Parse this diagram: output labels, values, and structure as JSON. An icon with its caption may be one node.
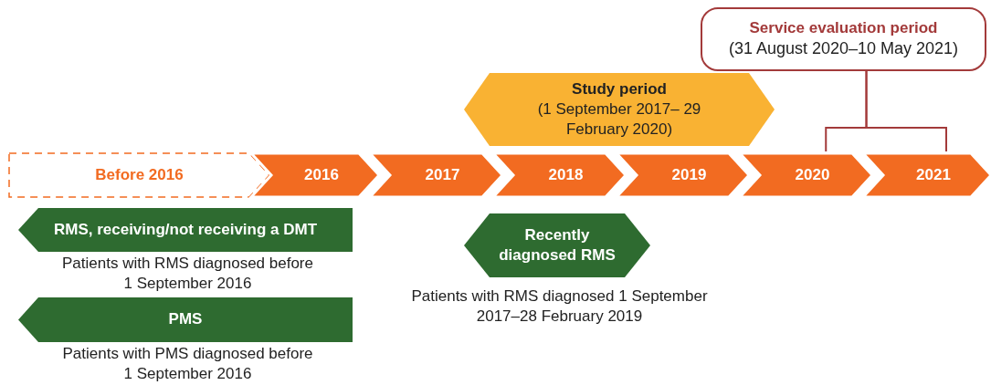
{
  "diagram": {
    "nodes": [
      {
        "text": [
          "Before 2016"
        ]
      },
      {
        "text": [
          "2016"
        ]
      },
      {
        "text": [
          "2017"
        ]
      },
      {
        "text": [
          "2018"
        ]
      },
      {
        "text": [
          "2019"
        ]
      },
      {
        "text": [
          "2020"
        ]
      },
      {
        "text": [
          "2021"
        ]
      },
      {
        "text": [
          "Study period",
          "(1 September 2017– 29 February 2020)"
        ]
      },
      {
        "text": [
          "Service evaluation period",
          "(31 August 2020–10 May 2021)"
        ]
      },
      {
        "text": [
          "RMS, receiving/not receiving a DMT"
        ],
        "beside": [
          "Patients with RMS diagnosed before 1 September 2016"
        ]
      },
      {
        "text": [
          "PMS"
        ],
        "beside": [
          "Patients with PMS diagnosed before 1 September 2016"
        ]
      },
      {
        "text": [
          "Recently diagnosed RMS"
        ],
        "beside": [
          "Patients with RMS diagnosed 1 September 2017–28 February 2019"
        ]
      }
    ],
    "edges": [
      {
        "from": 8,
        "to": 5,
        "arrow": "none"
      },
      {
        "from": 8,
        "to": 6,
        "arrow": "none"
      }
    ]
  }
}
